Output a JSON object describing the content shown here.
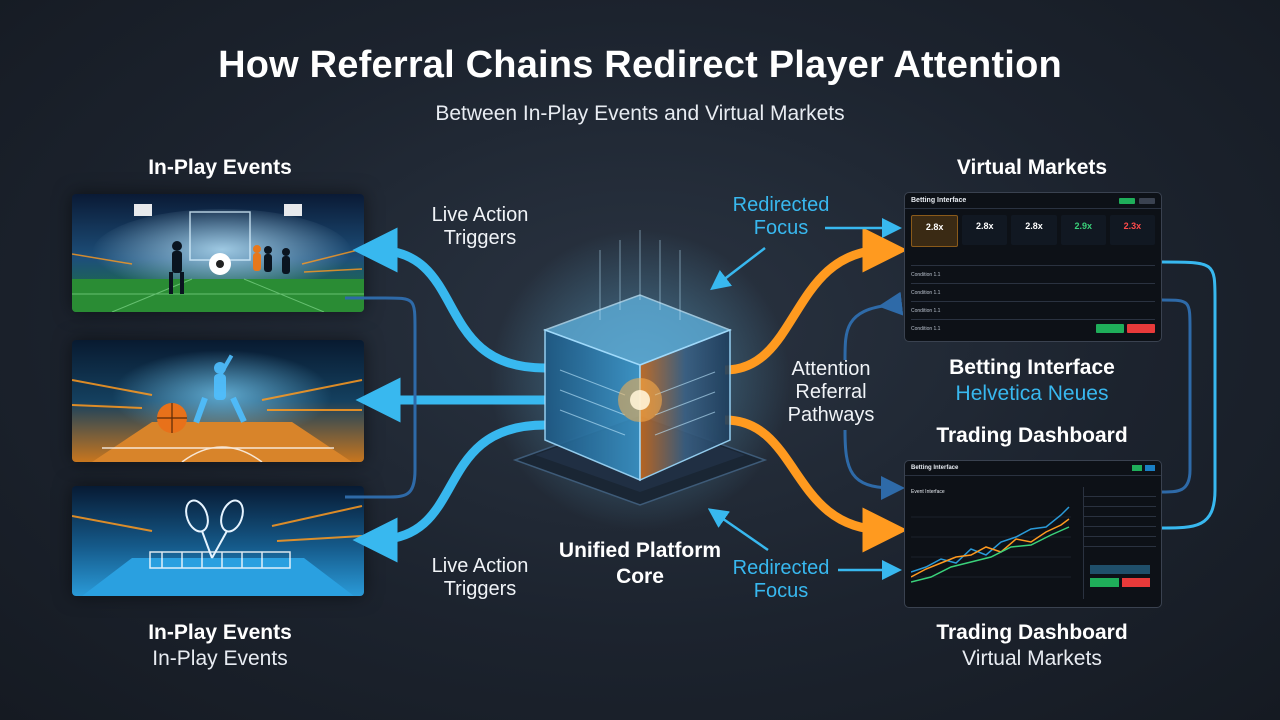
{
  "title": "How Referral Chains Redirect Player Attention",
  "subtitle": "Between In-Play Events and Virtual Markets",
  "left_column": {
    "top_heading": "In-Play Events",
    "bottom_heading": "In-Play Events",
    "bottom_subheading": "In-Play Events",
    "panels": [
      "soccer-scene",
      "basketball-scene",
      "tennis-scene"
    ]
  },
  "center": {
    "top_label": "Live Action Triggers",
    "bottom_label": "Live Action Triggers",
    "core_label": "Unified Platform Core",
    "pathway_label": "Attention Referral Pathways",
    "redirect_top": "Redirected Focus",
    "redirect_bottom": "Redirected Focus"
  },
  "right_column": {
    "top_heading": "Virtual Markets",
    "betting_title": "Betting Interface",
    "betting_font_note": "Helvetica Neues",
    "trading_heading": "Trading Dashboard",
    "bottom_heading": "Trading Dashboard",
    "bottom_subheading": "Virtual Markets",
    "betting_screen": {
      "header": "Betting Interface",
      "odds": [
        "2.8x",
        "2.8x",
        "2.8x",
        "2.9x",
        "2.3x"
      ],
      "rows": [
        "Condition 1.1",
        "Condition 1.1",
        "Condition 1.1",
        "Condition 1.1"
      ]
    },
    "trading_screen": {
      "header": "Betting Interface",
      "panel_title": "Event Interface"
    }
  },
  "colors": {
    "blue_accent": "#38b8ef",
    "orange_accent": "#ff9a1f",
    "background": "#1c232e"
  }
}
